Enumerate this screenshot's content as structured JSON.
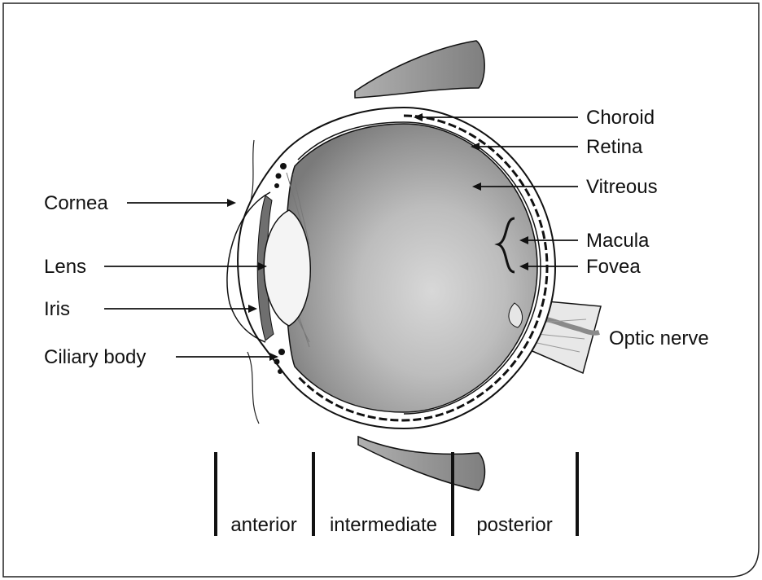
{
  "structures": {
    "cornea": "Cornea",
    "lens": "Lens",
    "iris": "Iris",
    "ciliary_body": "Ciliary body",
    "choroid": "Choroid",
    "retina": "Retina",
    "vitreous": "Vitreous",
    "macula": "Macula",
    "fovea": "Fovea",
    "optic_nerve": "Optic nerve"
  },
  "segments": {
    "anterior": "anterior",
    "intermediate": "intermediate",
    "posterior": "posterior"
  },
  "colors": {
    "outline": "#111111",
    "vitreous_light": "#d6d6d6",
    "vitreous_dark": "#7a7a7a",
    "lens_fill": "#f4f4f4",
    "muscle_fill": "#8e8e8e"
  }
}
